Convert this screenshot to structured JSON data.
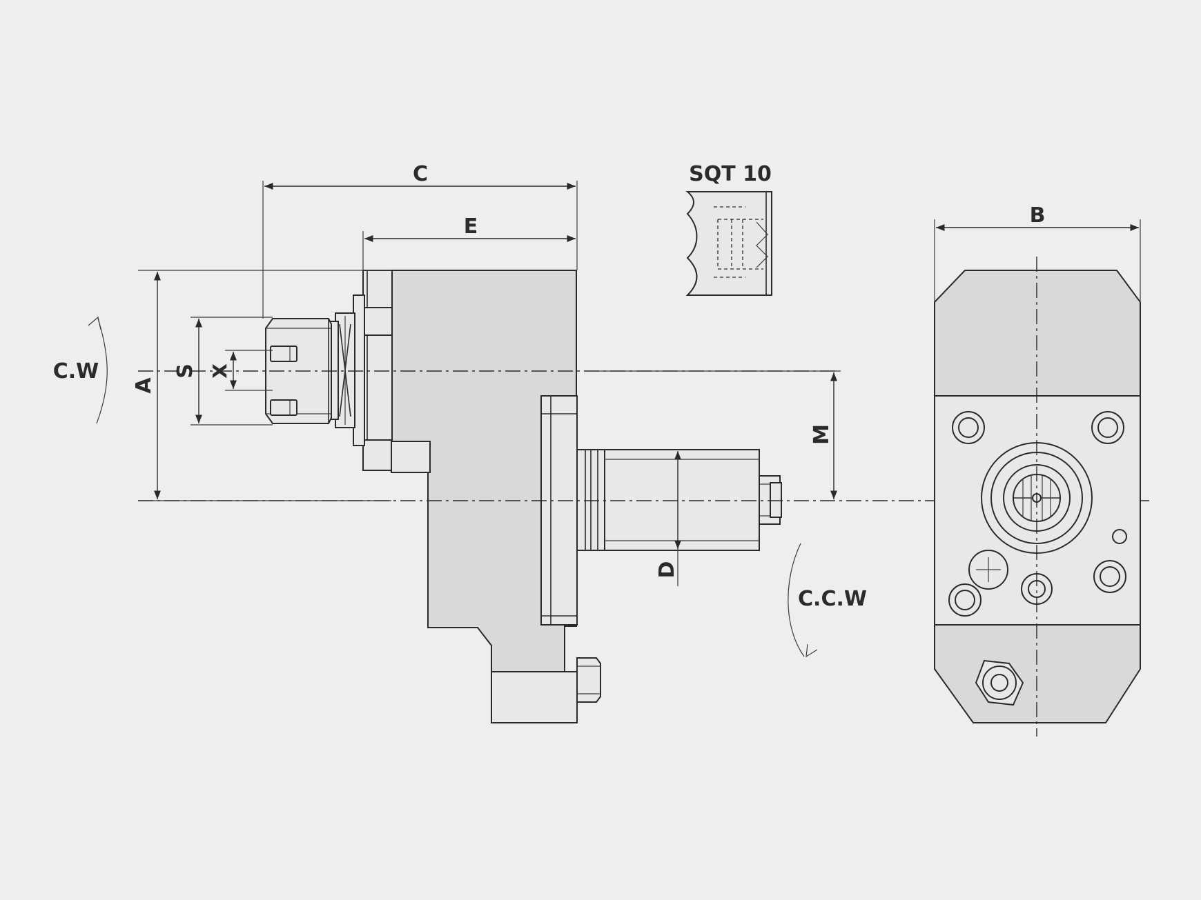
{
  "labels": {
    "C": "C",
    "E": "E",
    "A": "A",
    "S": "S",
    "X": "X",
    "M": "M",
    "D": "D",
    "B": "B",
    "cw": "C.W",
    "ccw": "C.C.W",
    "sqt": "SQT 10"
  }
}
